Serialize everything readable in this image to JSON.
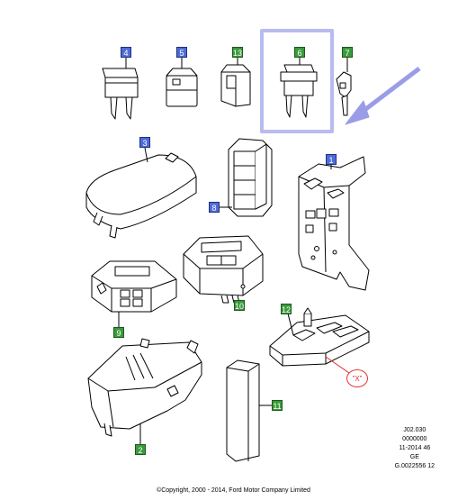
{
  "callouts": [
    {
      "label": "4",
      "color": "blue"
    },
    {
      "label": "5",
      "color": "blue"
    },
    {
      "label": "13",
      "color": "green"
    },
    {
      "label": "6",
      "color": "green"
    },
    {
      "label": "7",
      "color": "green"
    },
    {
      "label": "3",
      "color": "blue"
    },
    {
      "label": "8",
      "color": "blue"
    },
    {
      "label": "1",
      "color": "blue"
    },
    {
      "label": "9",
      "color": "green"
    },
    {
      "label": "10",
      "color": "green"
    },
    {
      "label": "12",
      "color": "green"
    },
    {
      "label": "11",
      "color": "green"
    },
    {
      "label": "2",
      "color": "green"
    }
  ],
  "reference_mark": "\"X\"",
  "meta_lines": [
    "J02.030",
    "0000000",
    "11-2014 46",
    "GE",
    "G.0022556 12"
  ],
  "copyright": "©Copyright, 2000 - 2014, Ford Motor Company Limited",
  "colors": {
    "highlight": "#b8bbf0",
    "arrow": "#9a9de6",
    "callout_blue": "#4f6cd6",
    "callout_green": "#3b9a3b",
    "reference_red": "#e53030"
  }
}
